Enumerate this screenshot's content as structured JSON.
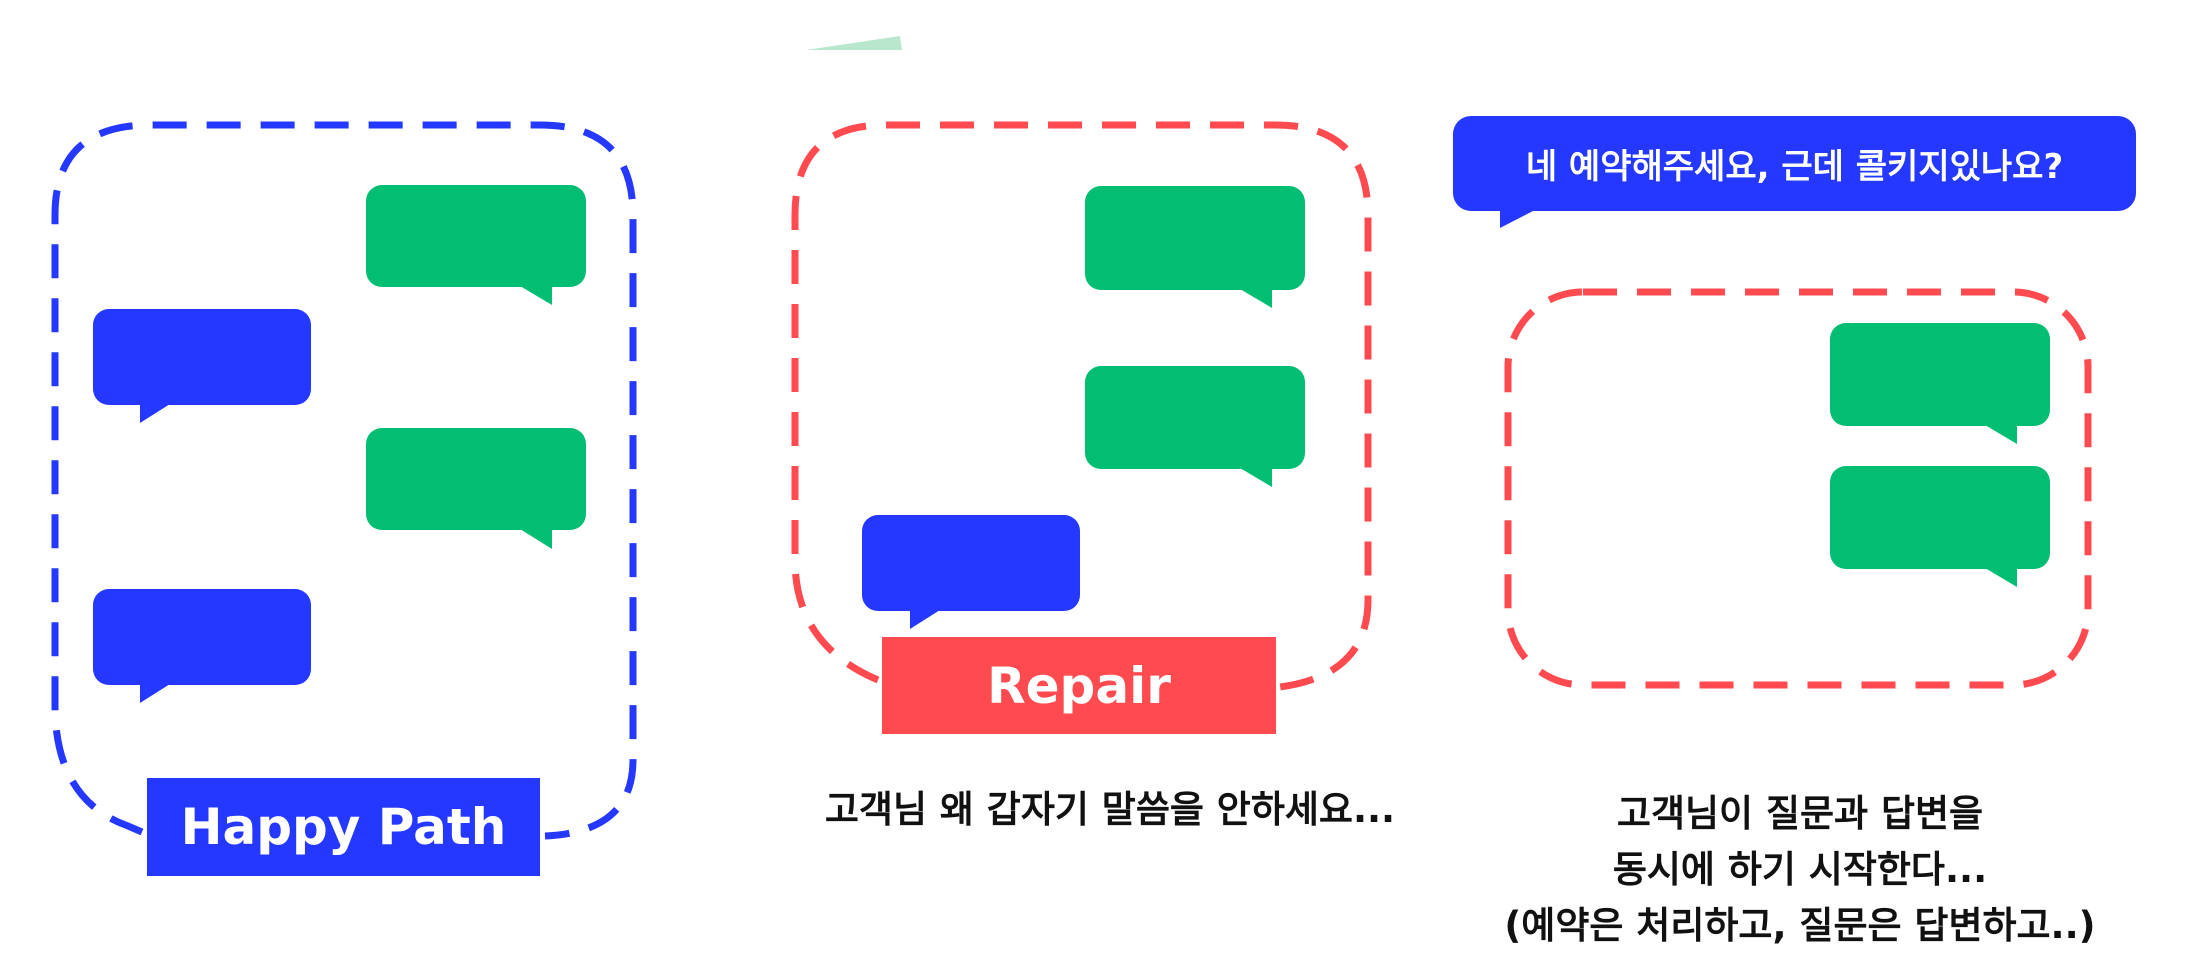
{
  "colors": {
    "blue": "#2438ff",
    "green": "#02be72",
    "red": "#ff4b4f",
    "light_green": "#b9e7cd",
    "text": "#111111",
    "background": "#ffffff"
  },
  "panels": [
    {
      "name": "happy-path",
      "label": "Happy Path",
      "border_color": "blue",
      "bubbles": [
        "green",
        "blue",
        "green",
        "blue"
      ]
    },
    {
      "name": "repair",
      "label": "Repair",
      "border_color": "red",
      "bubbles": [
        "green",
        "green",
        "blue"
      ],
      "caption": "고객님 왜 갑자기 말씀을 안하세요..."
    },
    {
      "name": "simultaneous",
      "border_color": "red",
      "bubbles": [
        "green",
        "green"
      ],
      "question": "네 예약해주세요, 근데 콜키지있나요?",
      "caption_lines": [
        "고객님이 질문과 답변을",
        "동시에 하기 시작한다...",
        "(예약은 처리하고, 질문은 답변하고..)"
      ]
    }
  ]
}
